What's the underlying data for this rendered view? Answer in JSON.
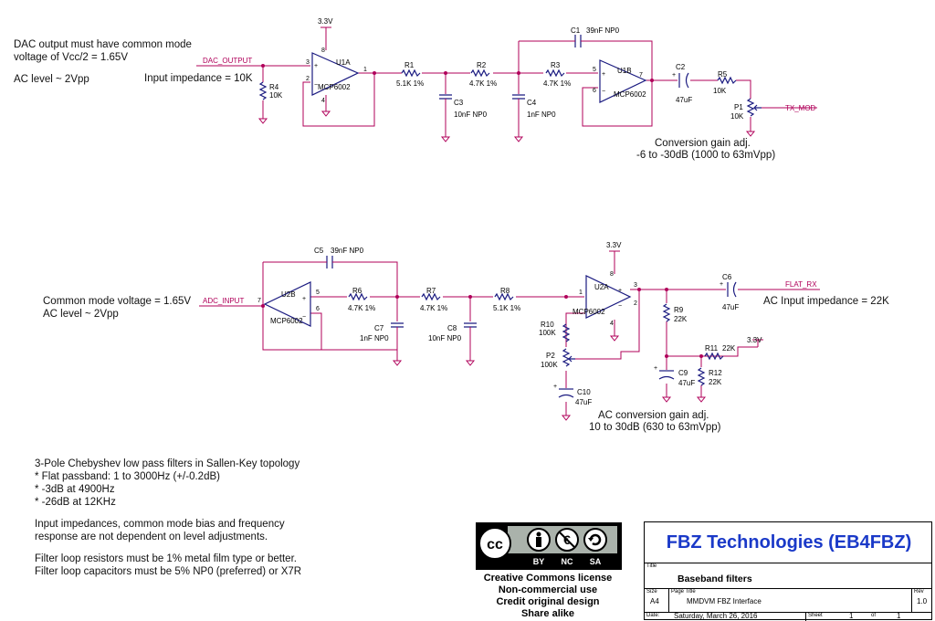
{
  "schematic": {
    "upper": {
      "supply": "3.3V",
      "input_net": "DAC_OUTPUT",
      "output_net": "TX_MOD",
      "input_impedance": "Input impedance = 10K",
      "gain_note_1": "Conversion gain adj.",
      "gain_note_2": "-6 to -30dB (1000 to 63mVpp)",
      "r4": {
        "ref": "R4",
        "value": "10K"
      },
      "r1": {
        "ref": "R1",
        "value": "5.1K 1%"
      },
      "r2": {
        "ref": "R2",
        "value": "4.7K 1%"
      },
      "r3": {
        "ref": "R3",
        "value": "4.7K 1%"
      },
      "r5": {
        "ref": "R5",
        "value": "10K"
      },
      "p1": {
        "ref": "P1",
        "value": "10K"
      },
      "c1": {
        "ref": "C1",
        "value": "39nF NP0"
      },
      "c2": {
        "ref": "C2",
        "value": "47uF"
      },
      "c3": {
        "ref": "C3",
        "value": "10nF NP0"
      },
      "c4": {
        "ref": "C4",
        "value": "1nF NP0"
      },
      "u1a": {
        "ref": "U1A",
        "part": "MCP6002",
        "pin_plus": "3",
        "pin_minus": "2",
        "pin_out": "1",
        "pin_vdd": "8",
        "pin_gnd": "4"
      },
      "u1b": {
        "ref": "U1B",
        "part": "MCP6002",
        "pin_plus": "5",
        "pin_minus": "6",
        "pin_out": "7"
      }
    },
    "lower": {
      "supply_u2": "3.3V",
      "supply_r11": "3.3V",
      "input_net": "ADC_INPUT",
      "output_net": "FLAT_RX",
      "input_impedance": "AC Input impedance = 22K",
      "gain_note_1": "AC conversion gain adj.",
      "gain_note_2": "10 to 30dB (630 to 63mVpp)",
      "r6": {
        "ref": "R6",
        "value": "4.7K 1%"
      },
      "r7": {
        "ref": "R7",
        "value": "4.7K 1%"
      },
      "r8": {
        "ref": "R8",
        "value": "5.1K 1%"
      },
      "r9": {
        "ref": "R9",
        "value": "22K"
      },
      "r10": {
        "ref": "R10",
        "value": "100K"
      },
      "r11": {
        "ref": "R11",
        "value": "22K"
      },
      "r12": {
        "ref": "R12",
        "value": "22K"
      },
      "p2": {
        "ref": "P2",
        "value": "100K"
      },
      "c5": {
        "ref": "C5",
        "value": "39nF NP0"
      },
      "c6": {
        "ref": "C6",
        "value": "47uF"
      },
      "c7": {
        "ref": "C7",
        "value": "1nF NP0"
      },
      "c8": {
        "ref": "C8",
        "value": "10nF NP0"
      },
      "c9": {
        "ref": "C9",
        "value": "47uF"
      },
      "c10": {
        "ref": "C10",
        "value": "47uF"
      },
      "u2a": {
        "ref": "U2A",
        "part": "MCP6002",
        "pin_plus": "3",
        "pin_minus": "2",
        "pin_out": "1",
        "pin_vdd": "8",
        "pin_gnd": "4"
      },
      "u2b": {
        "ref": "U2B",
        "part": "MCP6002",
        "pin_plus": "5",
        "pin_minus": "6",
        "pin_out": "7"
      }
    }
  },
  "notes": {
    "top_left": {
      "line1": "DAC output must have common mode",
      "line2": "voltage of Vcc/2 = 1.65V",
      "line3": "AC level ~ 2Vpp"
    },
    "mid_left": {
      "line1": "Common mode voltage = 1.65V",
      "line2": "AC level ~ 2Vpp"
    },
    "bottom_left": {
      "line1": "3-Pole Chebyshev low pass filters in Sallen-Key topology",
      "line2": " * Flat passband: 1 to 3000Hz (+/-0.2dB)",
      "line3": " * -3dB at 4900Hz",
      "line4": " * -26dB at 12KHz",
      "line5": "Input impedances, common mode bias and frequency",
      "line6": "response are not dependent on level adjustments.",
      "line7": "Filter loop resistors must be 1% metal film type or better.",
      "line8": "Filter loop capacitors must be 5% NP0 (preferred) or X7R"
    }
  },
  "license": {
    "badge_cc": "cc",
    "badge_by": "BY",
    "badge_nc": "NC",
    "badge_sa": "SA",
    "line1": "Creative Commons license",
    "line2": "Non-commercial use",
    "line3": "Credit original design",
    "line4": "Share alike"
  },
  "title_block": {
    "company": "FBZ Technologies (EB4FBZ)",
    "title_label": "Title",
    "title": "Baseband filters",
    "size_label": "Size",
    "size": "A4",
    "page_title_label": "Page Title",
    "page_title": "MMDVM FBZ Interface",
    "rev_label": "Rev",
    "rev": "1.0",
    "date_label": "Date:",
    "date": "Saturday, March 26, 2016",
    "sheet_label": "Sheet",
    "sheet": "1",
    "of_label": "of",
    "sheet_total": "1"
  },
  "colors": {
    "wire": "#b0005a",
    "component": "#1a1a80",
    "text": "#000000",
    "junction": "#a00050",
    "ground": "#b0005a",
    "company": "#1a39c8"
  }
}
